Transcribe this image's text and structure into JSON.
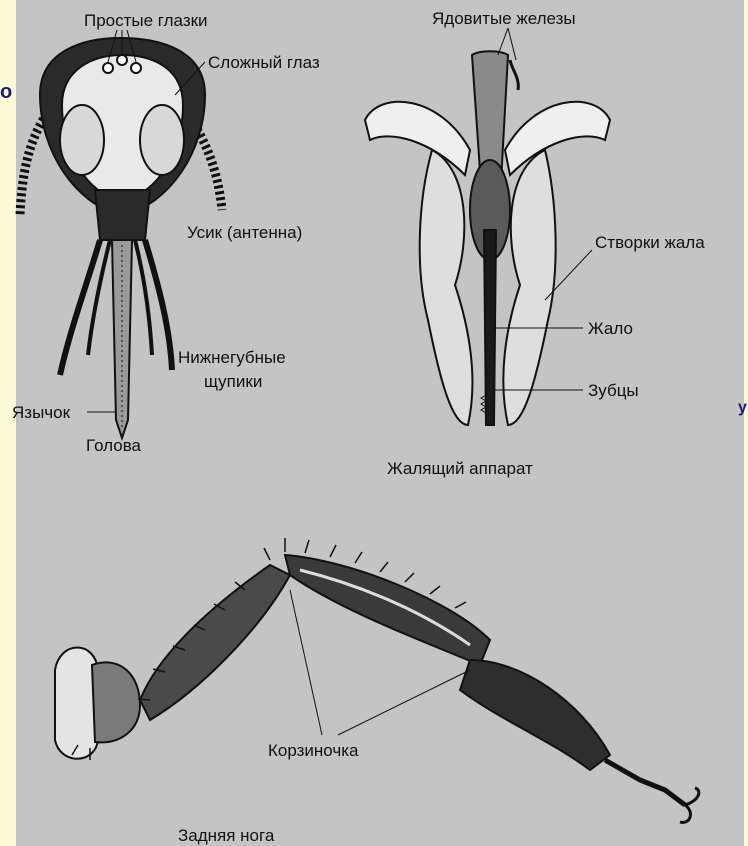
{
  "labels": {
    "simple_eyes": "Простые глазки",
    "compound_eye": "Сложный глаз",
    "antenna": "Усик (антенна)",
    "labial_palps": "Нижнегубные",
    "labial_palps_2": "щупики",
    "tongue": "Язычок",
    "head": "Голова",
    "venom_glands": "Ядовитые железы",
    "sting_valves": "Створки жала",
    "sting": "Жало",
    "barbs": "Зубцы",
    "sting_apparatus": "Жалящий аппарат",
    "basket": "Корзиночка",
    "hind_leg": "Задняя нога"
  },
  "edge_fragments": {
    "left": "о",
    "right": "у"
  },
  "colors": {
    "page_background": "#fdfbd6",
    "panel": "#c4c4c4",
    "ink": "#111111",
    "fill_light": "#e9e9e9",
    "fill_dark": "#2a2a2a"
  }
}
